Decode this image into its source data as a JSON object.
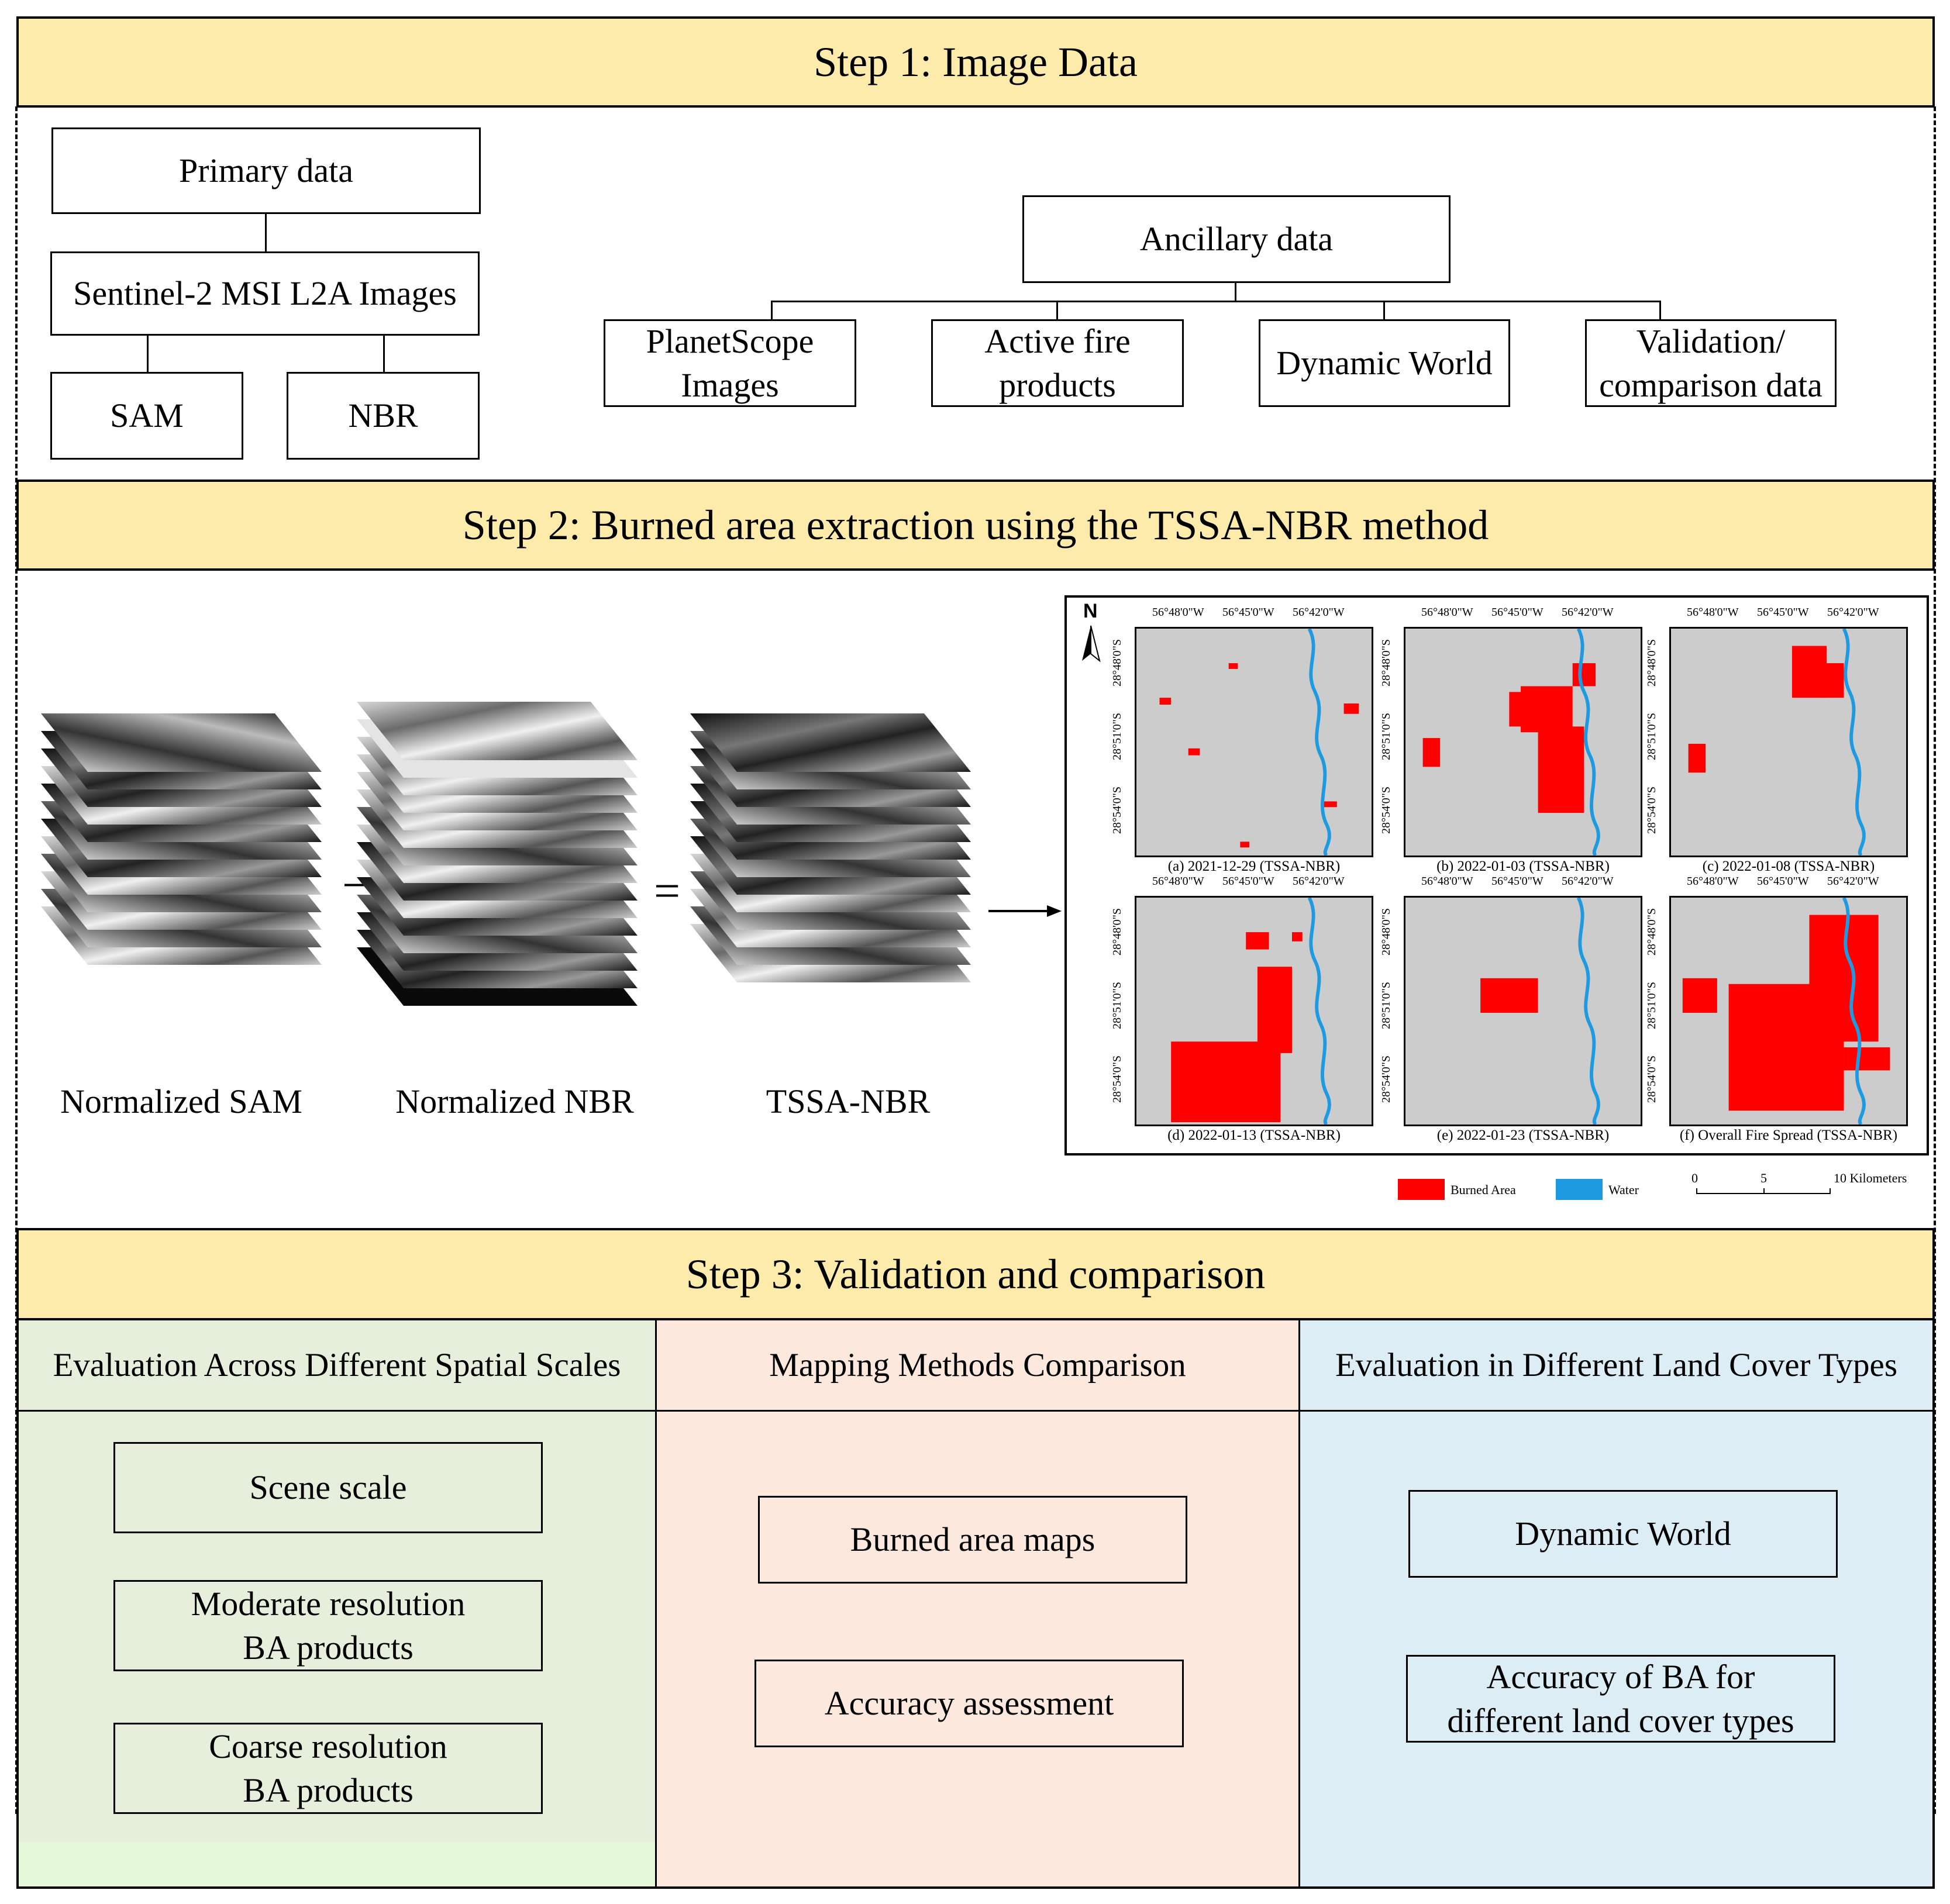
{
  "step1": {
    "title": "Step 1: Image Data",
    "primary": "Primary data",
    "sentinel": "Sentinel-2 MSI L2A Images",
    "sam": "SAM",
    "nbr": "NBR",
    "ancillary": "Ancillary data",
    "ancillary_items": [
      "PlanetScope Images",
      "Active fire products",
      "Dynamic World",
      "Validation/ comparison data"
    ]
  },
  "step2": {
    "title": "Step 2: Burned area extraction using the TSSA-NBR method",
    "stack_labels": [
      "Normalized SAM",
      "Normalized NBR",
      "TSSA-NBR"
    ],
    "minus": "−",
    "equals": "=",
    "maps": {
      "north": "N",
      "lon_ticks": [
        "56°48'0\"W",
        "56°45'0\"W",
        "56°42'0\"W"
      ],
      "lat_ticks": [
        "28°48'0\"S",
        "28°51'0\"S",
        "28°54'0\"S"
      ],
      "panels": [
        "(a) 2021-12-29  (TSSA-NBR)",
        "(b) 2022-01-03 (TSSA-NBR)",
        "(c) 2022-01-08  (TSSA-NBR)",
        "(d) 2022-01-13 (TSSA-NBR)",
        "(e) 2022-01-23 (TSSA-NBR)",
        "(f) Overall Fire Spread (TSSA-NBR)"
      ],
      "legend": {
        "burned": "Burned Area",
        "water": "Water",
        "scale": [
          "0",
          "5",
          "10 Kilometers"
        ]
      },
      "colors": {
        "burned": "#ff0000",
        "water": "#1e9be0",
        "terrain": "#d2d2d2"
      }
    }
  },
  "step3": {
    "title": "Step 3: Validation and comparison",
    "columns": [
      {
        "header": "Evaluation Across Different Spatial Scales",
        "items": [
          "Scene scale",
          "Moderate resolution BA products",
          "Coarse resolution BA products"
        ],
        "color": "#e6efdc"
      },
      {
        "header": "Mapping Methods Comparison",
        "items": [
          "Burned area maps",
          "Accuracy assessment"
        ],
        "color": "#fce8dc"
      },
      {
        "header": "Evaluation in Different Land Cover Types",
        "items": [
          "Dynamic World",
          "Accuracy of BA for different land cover types"
        ],
        "color": "#dcedf6"
      }
    ]
  }
}
